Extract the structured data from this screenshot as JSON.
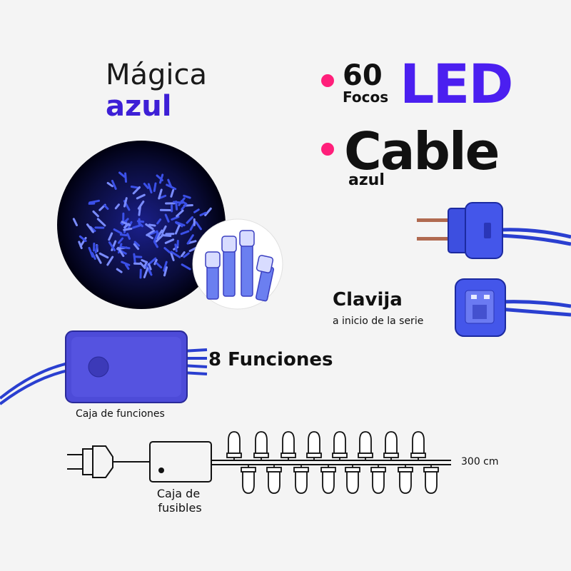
{
  "brand": {
    "line1": "Mágica",
    "line2": "azul"
  },
  "features": {
    "count": "60",
    "count_label": "Focos",
    "type": "LED",
    "cable_title": "Cable",
    "cable_color": "azul"
  },
  "clavija": {
    "title": "Clavija",
    "subtitle": "a inicio de la serie"
  },
  "funciones": {
    "title": "8 Funciones",
    "caption": "Caja de funciones"
  },
  "diagram": {
    "fuse_box_label_1": "Caja de",
    "fuse_box_label_2": "fusibles",
    "length": "300 cm"
  },
  "colors": {
    "accent": "#4b1ff0",
    "dot": "#ff1f7a",
    "cable": "#2a3fd0"
  }
}
